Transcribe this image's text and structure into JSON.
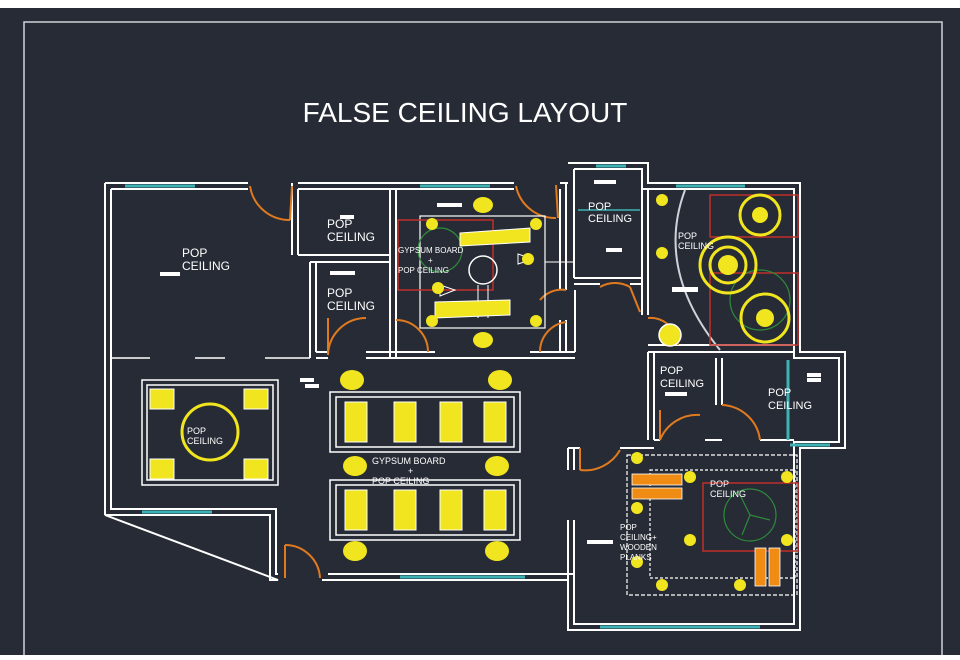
{
  "title": "FALSE CEILING LAYOUT",
  "labels": {
    "pop_ceiling": "POP CEILING",
    "gypsum_board": "GYPSUM BOARD",
    "plus": "+",
    "pop_ceiling_lower": "POP CEILING",
    "pop_ceiling_plus": "POP CEILING+",
    "wooden_planks": "WOODEN PLANKS"
  },
  "colors": {
    "background": "#262b35",
    "wall": "#ffffff",
    "window": "#3fb3b3",
    "door": "#e07a1f",
    "light": "#f0e51e",
    "accent_red": "#c0302a",
    "wood": "#f08c14",
    "green": "#2e8b3a"
  }
}
